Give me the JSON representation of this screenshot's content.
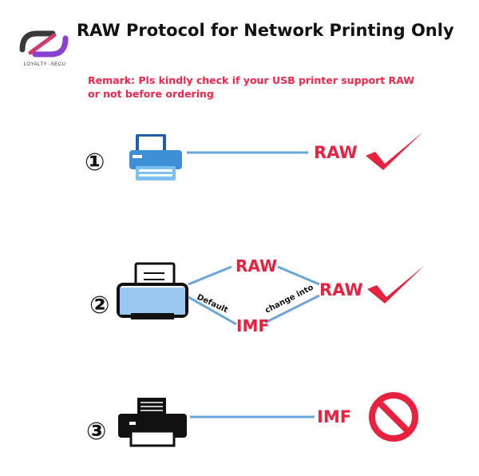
{
  "header": {
    "logo_text": "LOYALTY -SECU",
    "title": "RAW Protocol for Network Printing Only"
  },
  "remark": {
    "line1": "Remark: Pls kindly check if your USB printer support RAW",
    "line2": "or not before ordering"
  },
  "rows": [
    {
      "number": "①",
      "result": "RAW",
      "status_icon": "check-icon"
    },
    {
      "number": "②",
      "branch_top": "RAW",
      "branch_bottom": "IMF",
      "label_default": "Default",
      "label_change": "change into",
      "result": "RAW",
      "status_icon": "check-icon"
    },
    {
      "number": "③",
      "result": "IMF",
      "status_icon": "prohibited-icon"
    }
  ],
  "colors": {
    "accent_red": "#e8213f",
    "line_blue": "#6aa6dc",
    "printer_blue": "#3d8fd6"
  }
}
